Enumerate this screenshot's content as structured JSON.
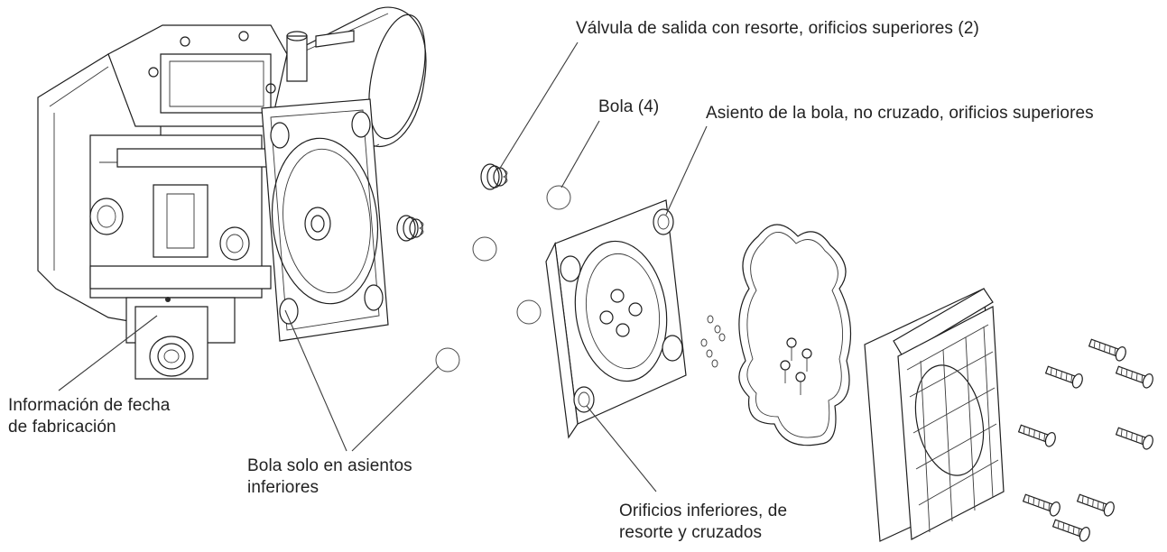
{
  "labels": {
    "outlet_valve": "Válvula de salida con resorte, orificios superiores (2)",
    "ball_count": "Bola (4)",
    "ball_seat_line1": "Asiento de la bola, no cruzado, orificios superiores",
    "date_info_line1": "Información de fecha",
    "date_info_line2": "de fabricación",
    "ball_lower_line1": "Bola solo en asientos",
    "ball_lower_line2": "inferiores",
    "lower_ports_line1": "Orificios inferiores, de",
    "lower_ports_line2": "resorte y cruzados"
  }
}
